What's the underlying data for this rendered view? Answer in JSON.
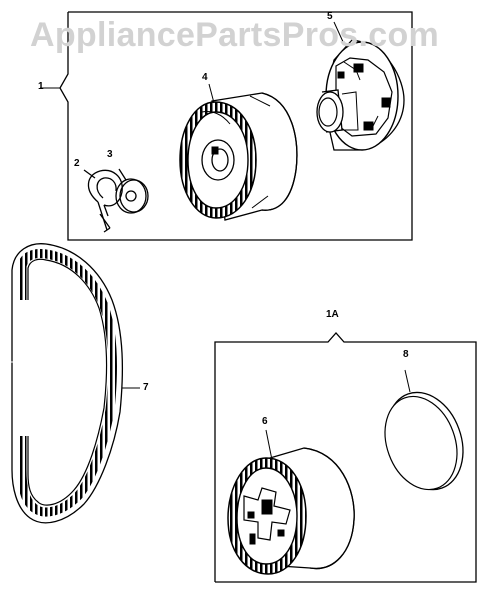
{
  "watermark": "AppliancePartsPros.com",
  "callouts": {
    "assembly_1": "1",
    "part_2": "2",
    "part_3": "3",
    "part_4": "4",
    "part_5": "5",
    "part_7": "7",
    "assembly_1a": "1A",
    "part_6": "6",
    "part_8": "8"
  },
  "colors": {
    "line": "#000000",
    "watermark": "#d2d2d2",
    "background": "#ffffff"
  }
}
